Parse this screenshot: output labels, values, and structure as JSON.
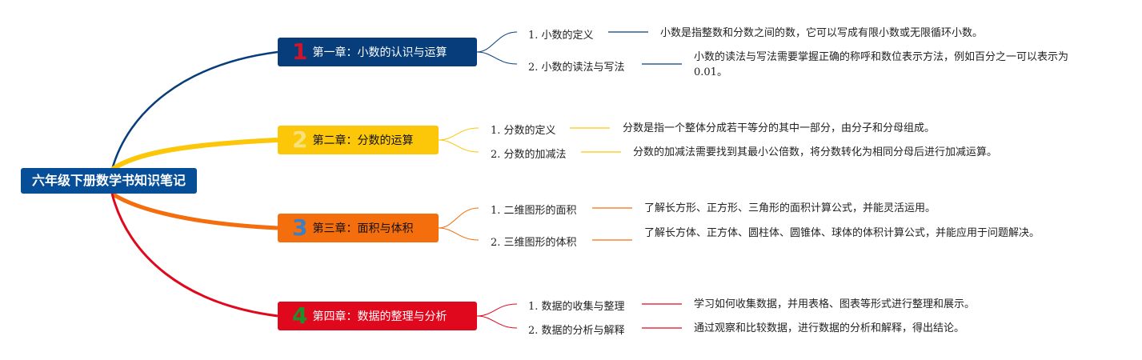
{
  "root": {
    "title": "六年级下册数学书知识笔记",
    "color": "#064e98"
  },
  "chapters": [
    {
      "number": "1",
      "title": "第一章：小数的认识与运算",
      "color": "#063d7a",
      "numColor": "#d0142c",
      "items": [
        {
          "label": "1. 小数的定义",
          "desc": "小数是指整数和分数之间的数，它可以写成有限小数或无限循环小数。"
        },
        {
          "label": "2. 小数的读法与写法",
          "desc": "小数的读法与写法需要掌握正确的称呼和数位表示方法，例如百分之一可以表示为0.01。"
        }
      ]
    },
    {
      "number": "2",
      "title": "第二章：分数的运算",
      "color": "#fbc708",
      "numColor": "#f7e17b",
      "items": [
        {
          "label": "1. 分数的定义",
          "desc": "分数是指一个整体分成若干等分的其中一部分，由分子和分母组成。"
        },
        {
          "label": "2. 分数的加减法",
          "desc": "分数的加减法需要找到其最小公倍数，将分数转化为相同分母后进行加减运算。"
        }
      ]
    },
    {
      "number": "3",
      "title": "第三章：面积与体积",
      "color": "#f46e0d",
      "numColor": "#3d7fc0",
      "items": [
        {
          "label": "1. 二维图形的面积",
          "desc": "了解长方形、正方形、三角形的面积计算公式，并能灵活运用。"
        },
        {
          "label": "2. 三维图形的体积",
          "desc": "了解长方体、正方体、圆柱体、圆锥体、球体的体积计算公式，并能应用于问题解决。"
        }
      ]
    },
    {
      "number": "4",
      "title": "第四章：数据的整理与分析",
      "color": "#e0081d",
      "numColor": "#1f8f2e",
      "items": [
        {
          "label": "1. 数据的收集与整理",
          "desc": "学习如何收集数据，并用表格、图表等形式进行整理和展示。"
        },
        {
          "label": "2. 数据的分析与解释",
          "desc": "通过观察和比较数据，进行数据的分析和解释，得出结论。"
        }
      ]
    }
  ]
}
